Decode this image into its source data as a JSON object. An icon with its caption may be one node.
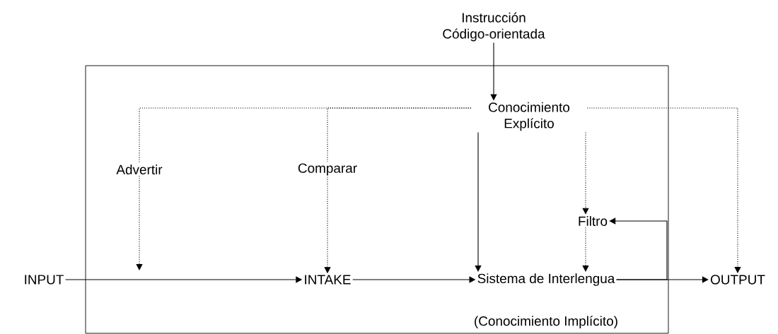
{
  "diagram": {
    "nodes": [
      {
        "text": [],
        "shape": "box"
      },
      {
        "text": [
          "Instrucción Código-orientada"
        ]
      },
      {
        "text": [
          "Conocimiento Explícito"
        ],
        "in": 0
      },
      {
        "text": [
          "Advertir"
        ],
        "in": 0
      },
      {
        "text": [
          "Comparar"
        ],
        "in": 0
      },
      {
        "text": [
          "Filtro"
        ],
        "in": 0
      },
      {
        "text": [
          "INPUT"
        ]
      },
      {
        "text": [
          "INTAKE"
        ],
        "in": 0
      },
      {
        "text": [
          "Sistema de Interlengua"
        ],
        "beside": [
          "(Conocimiento Implícito)"
        ],
        "in": 0
      },
      {
        "text": [
          "OUTPUT"
        ]
      }
    ],
    "edges": [
      {
        "from": 1,
        "to": 2,
        "arrow": "to"
      },
      {
        "from": 2,
        "to": 3,
        "arrow": "none",
        "style": "dashed"
      },
      {
        "from": 2,
        "to": 4,
        "arrow": "none",
        "style": "dashed"
      },
      {
        "from": 2,
        "to": 9,
        "arrow": "to",
        "style": "dashed"
      },
      {
        "from": 2,
        "to": 8,
        "arrow": "to"
      },
      {
        "from": 2,
        "to": 5,
        "arrow": "to",
        "style": "dashed"
      },
      {
        "from": 5,
        "to": 8,
        "arrow": "to",
        "style": "dashed"
      },
      {
        "from": 3,
        "to": null,
        "arrow": "to",
        "style": "dashed"
      },
      {
        "from": 4,
        "to": 7,
        "arrow": "to",
        "style": "dashed"
      },
      {
        "from": 6,
        "to": 7,
        "arrow": "to"
      },
      {
        "from": 7,
        "to": 8,
        "arrow": "to"
      },
      {
        "from": 8,
        "to": 9,
        "arrow": "to"
      },
      {
        "from": 8,
        "to": 5,
        "arrow": "to"
      }
    ]
  }
}
